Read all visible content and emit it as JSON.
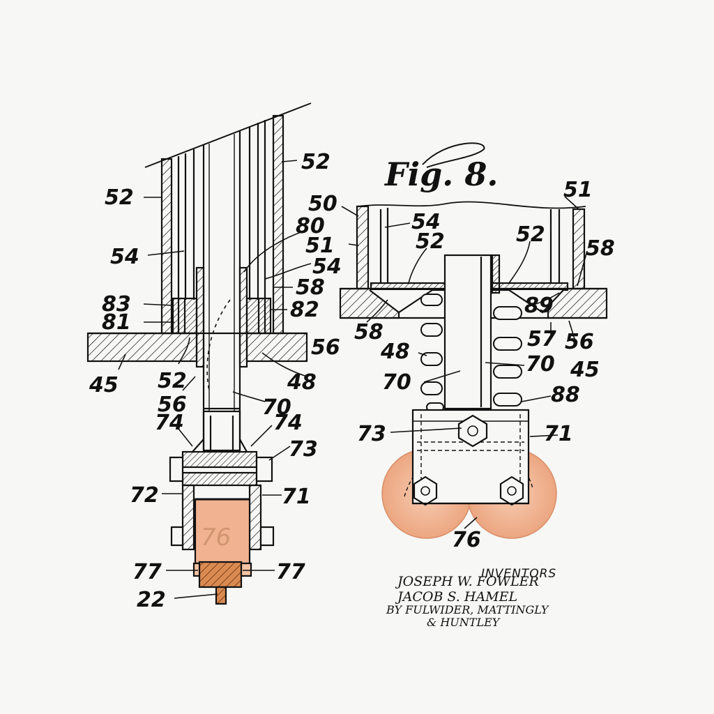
{
  "figure": {
    "title": "Fig. 8."
  },
  "colors": {
    "ink": "#111111",
    "wheel_tint": "#f0b290",
    "wheel_dark": "#c9703a",
    "paper": "#f7f7f5"
  },
  "left_view": {
    "labels": {
      "l52a": "52",
      "l52b": "52",
      "l54a": "54",
      "l80": "80",
      "l54b": "54",
      "l58": "58",
      "l83": "83",
      "l82": "82",
      "l81": "81",
      "l45": "45",
      "l52c": "52",
      "l56": "56",
      "l48": "48",
      "l70": "70",
      "l74a": "74",
      "l74b": "74",
      "l73": "73",
      "l72": "72",
      "l71": "71",
      "l76": "76",
      "l77a": "77",
      "l77b": "77",
      "l22": "22"
    }
  },
  "right_view": {
    "labels": {
      "r50": "50",
      "r54": "54",
      "r51a": "51",
      "r51b": "51",
      "r52a": "52",
      "r52b": "52",
      "r58a": "58",
      "r58b": "58",
      "r89": "89",
      "r57": "57",
      "r56a": "56",
      "r56b": "56",
      "r48": "48",
      "r70a": "70",
      "r70b": "70",
      "r45": "45",
      "r88": "88",
      "r73": "73",
      "r71": "71",
      "r76": "76"
    }
  },
  "signature": {
    "heading": "INVENTORS",
    "names": [
      "JOSEPH W. FOWLER",
      "JACOB S. HAMEL"
    ],
    "by": "BY FULWIDER, MATTINGLY",
    "by2": "& HUNTLEY"
  }
}
